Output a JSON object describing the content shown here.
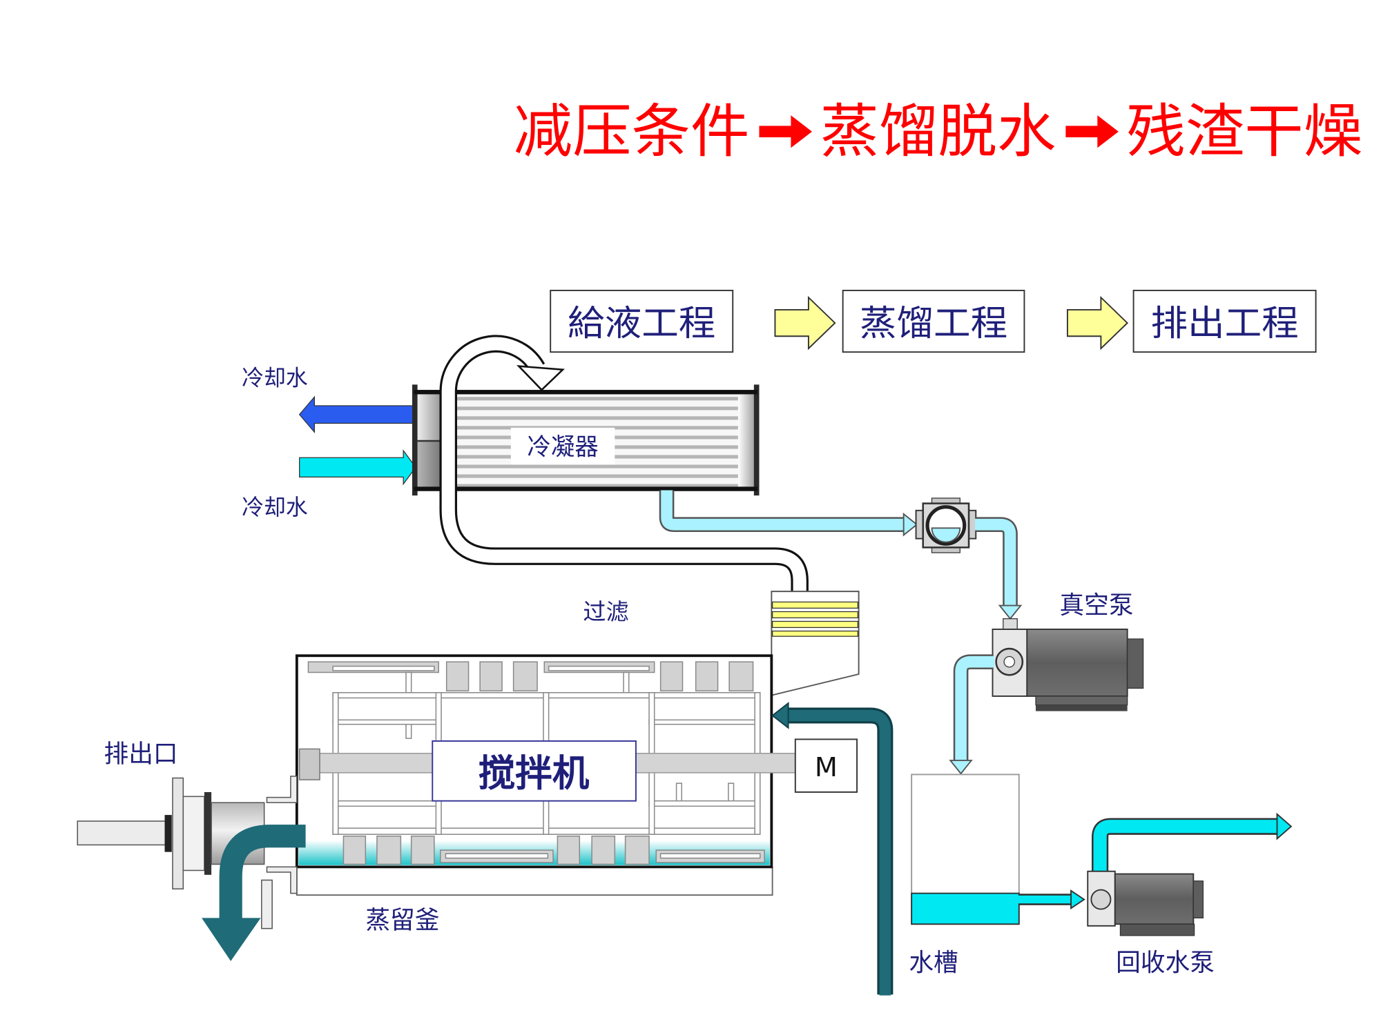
{
  "title": {
    "segments": [
      "减压条件",
      "蒸馏脱水",
      "残渣干燥"
    ]
  },
  "process_steps": [
    {
      "label": "給液工程"
    },
    {
      "label": "蒸馏工程"
    },
    {
      "label": "排出工程"
    }
  ],
  "condenser": {
    "label": "冷凝器",
    "coolant_outlet_label": "冷却水",
    "coolant_inlet_label": "冷却水"
  },
  "filter": {
    "label": "过滤"
  },
  "vacuum_pump": {
    "label": "真空泵"
  },
  "still": {
    "label": "蒸留釜",
    "agitator_label": "搅拌机",
    "motor_label": "M",
    "outlet_label": "排出口"
  },
  "water_tank": {
    "label": "水槽"
  },
  "recovery_pump": {
    "label": "回收水泵"
  },
  "colors": {
    "title": "#ff0000",
    "label": "#1f1f7a",
    "process_arrow": "#ffff99",
    "cooling_water_out": "#2a5cf0",
    "cooling_water_in": "#00e8f2",
    "water": "#aaf2ff",
    "tank_water": "#00e8f2",
    "discharge": "#1f6b78",
    "filter_media": "#ffff80"
  }
}
